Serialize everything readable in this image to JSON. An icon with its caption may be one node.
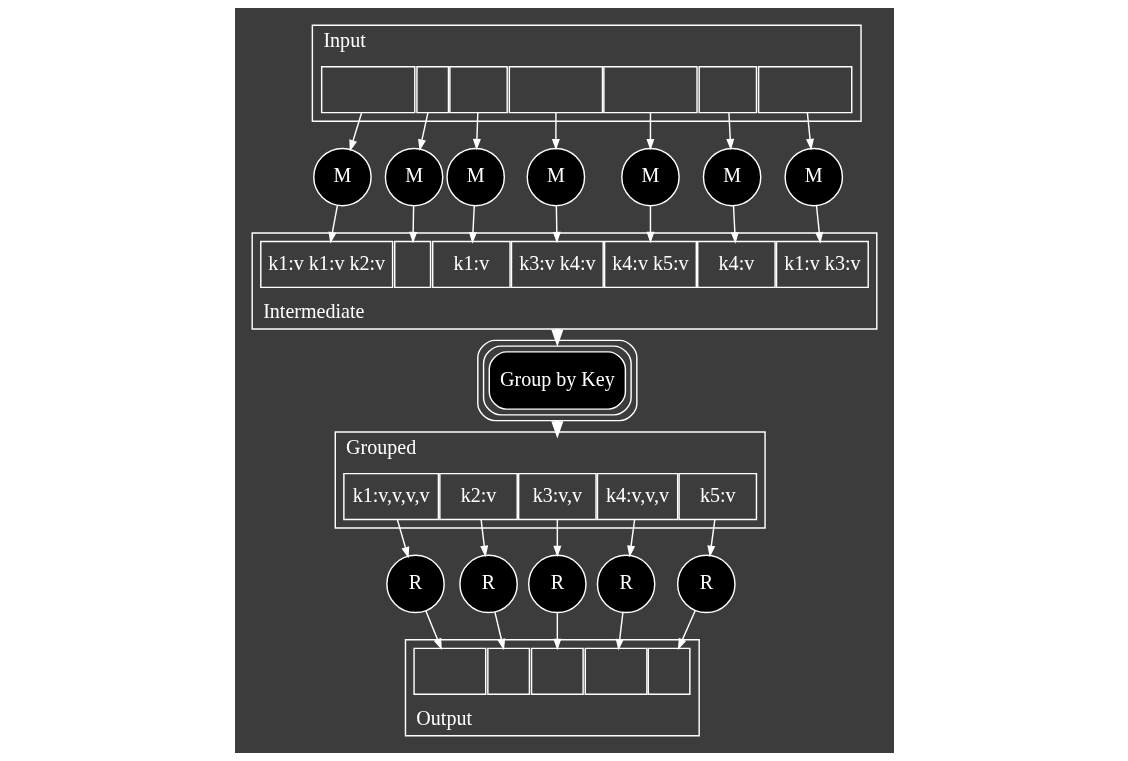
{
  "diagram": {
    "nodes": [
      {
        "text": [
          "Input"
        ]
      },
      {
        "text": [],
        "shape": "box",
        "in": 0
      },
      {
        "text": [],
        "shape": "box",
        "in": 0
      },
      {
        "text": [],
        "shape": "box",
        "in": 0
      },
      {
        "text": [],
        "shape": "box",
        "in": 0
      },
      {
        "text": [],
        "shape": "box",
        "in": 0
      },
      {
        "text": [],
        "shape": "box",
        "in": 0
      },
      {
        "text": [],
        "shape": "box",
        "in": 0
      },
      {
        "text": [
          "M"
        ]
      },
      {
        "text": [
          "M"
        ]
      },
      {
        "text": [
          "M"
        ]
      },
      {
        "text": [
          "M"
        ]
      },
      {
        "text": [
          "M"
        ]
      },
      {
        "text": [
          "M"
        ]
      },
      {
        "text": [
          "M"
        ]
      },
      {
        "text": [
          "Intermediate"
        ]
      },
      {
        "text": [
          "k1:v k1:v k2:v"
        ],
        "in": 15
      },
      {
        "text": [],
        "shape": "box",
        "in": 15
      },
      {
        "text": [
          "k1:v"
        ],
        "in": 15
      },
      {
        "text": [
          "k3:v k4:v"
        ],
        "in": 15
      },
      {
        "text": [
          "k4:v k5:v"
        ],
        "in": 15
      },
      {
        "text": [
          "k4:v"
        ],
        "in": 15
      },
      {
        "text": [
          "k1:v k3:v"
        ],
        "in": 15
      },
      {
        "text": [
          "Group by Key"
        ]
      },
      {
        "text": [
          "Grouped"
        ]
      },
      {
        "text": [
          "k1:v,v,v,v"
        ],
        "in": 24
      },
      {
        "text": [
          "k2:v"
        ],
        "in": 24
      },
      {
        "text": [
          "k3:v,v"
        ],
        "in": 24
      },
      {
        "text": [
          "k4:v,v,v"
        ],
        "in": 24
      },
      {
        "text": [
          "k5:v"
        ],
        "in": 24
      },
      {
        "text": [
          "R"
        ]
      },
      {
        "text": [
          "R"
        ]
      },
      {
        "text": [
          "R"
        ]
      },
      {
        "text": [
          "R"
        ]
      },
      {
        "text": [
          "R"
        ]
      },
      {
        "text": [
          "Output"
        ]
      },
      {
        "text": [],
        "shape": "box",
        "in": 35
      },
      {
        "text": [],
        "shape": "box",
        "in": 35
      },
      {
        "text": [],
        "shape": "box",
        "in": 35
      },
      {
        "text": [],
        "shape": "box",
        "in": 35
      },
      {
        "text": [],
        "shape": "box",
        "in": 35
      }
    ],
    "edges": [
      {
        "from": 1,
        "to": 8,
        "arrow": "to"
      },
      {
        "from": 2,
        "to": 9,
        "arrow": "to"
      },
      {
        "from": 3,
        "to": 10,
        "arrow": "to"
      },
      {
        "from": 4,
        "to": 11,
        "arrow": "to"
      },
      {
        "from": 5,
        "to": 12,
        "arrow": "to"
      },
      {
        "from": 6,
        "to": 13,
        "arrow": "to"
      },
      {
        "from": 7,
        "to": 14,
        "arrow": "to"
      },
      {
        "from": 8,
        "to": 16,
        "arrow": "to"
      },
      {
        "from": 9,
        "to": 17,
        "arrow": "to"
      },
      {
        "from": 10,
        "to": 18,
        "arrow": "to"
      },
      {
        "from": 11,
        "to": 19,
        "arrow": "to"
      },
      {
        "from": 12,
        "to": 20,
        "arrow": "to"
      },
      {
        "from": 13,
        "to": 21,
        "arrow": "to"
      },
      {
        "from": 14,
        "to": 22,
        "arrow": "to"
      },
      {
        "from": 15,
        "to": 23,
        "arrow": "to",
        "style": "thick"
      },
      {
        "from": 23,
        "to": 24,
        "arrow": "to",
        "style": "thick"
      },
      {
        "from": 25,
        "to": 30,
        "arrow": "to"
      },
      {
        "from": 26,
        "to": 31,
        "arrow": "to"
      },
      {
        "from": 27,
        "to": 32,
        "arrow": "to"
      },
      {
        "from": 28,
        "to": 33,
        "arrow": "to"
      },
      {
        "from": 29,
        "to": 34,
        "arrow": "to"
      },
      {
        "from": 30,
        "to": 36,
        "arrow": "to"
      },
      {
        "from": 31,
        "to": 37,
        "arrow": "to"
      },
      {
        "from": 32,
        "to": 38,
        "arrow": "to"
      },
      {
        "from": 33,
        "to": 39,
        "arrow": "to"
      },
      {
        "from": 34,
        "to": 40,
        "arrow": "to"
      }
    ]
  }
}
